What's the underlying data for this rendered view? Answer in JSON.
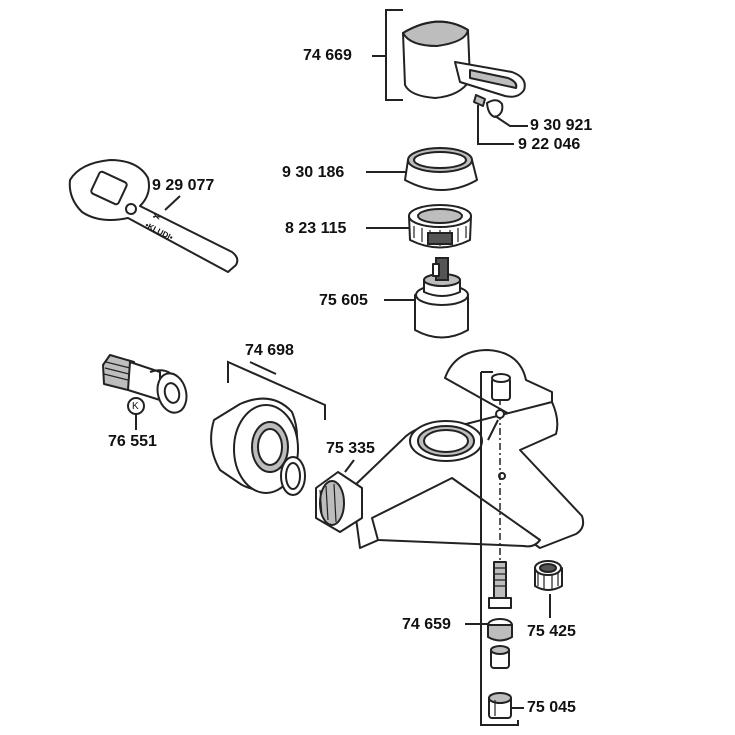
{
  "colors": {
    "ink": "#111111",
    "line": "#222222",
    "shade": "#bdbdbd",
    "light": "#e9e9e9",
    "dark": "#555555"
  },
  "parts": {
    "handle_lever": "74 669",
    "lever_screw": "9 30 921",
    "set_screw": "9 22 046",
    "wrench": "9 29 077",
    "wrench_engraving": "•KLUDI•",
    "cover_ring": "9 30 186",
    "cartridge_nut": "8 23 115",
    "cartridge": "75 605",
    "wall_eccentric": "76 551",
    "eccentric_mark": "K",
    "wall_rosette": "74 698",
    "connection_nut": "75 335",
    "diverter_set": "74 659",
    "aerator": "75 425",
    "diverter_insert": "75 045"
  }
}
